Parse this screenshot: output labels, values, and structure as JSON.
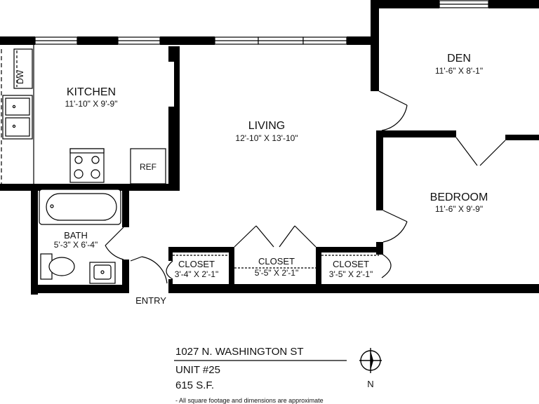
{
  "rooms": {
    "kitchen": {
      "name": "KITCHEN",
      "dims": "11'-10\" X 9'-9\""
    },
    "living": {
      "name": "LIVING",
      "dims": "12'-10\" X 13'-10\""
    },
    "den": {
      "name": "DEN",
      "dims": "11'-6\" X 8'-1\""
    },
    "bedroom": {
      "name": "BEDROOM",
      "dims": "11'-6\" X 9'-9\""
    },
    "bath": {
      "name": "BATH",
      "dims": "5'-3\" X 6'-4\""
    },
    "closet1": {
      "name": "CLOSET",
      "dims": "3'-4\" X 2'-1\""
    },
    "closet2": {
      "name": "CLOSET",
      "dims": "5'-5\" X 2'-1\""
    },
    "closet3": {
      "name": "CLOSET",
      "dims": "3'-5\" X 2'-1\""
    }
  },
  "fixtures": {
    "dishwasher": "DW",
    "refrigerator": "REF"
  },
  "entry_label": "ENTRY",
  "info": {
    "address": "1027 N. WASHINGTON ST",
    "unit": "UNIT #25",
    "area": "615 S.F.",
    "note": "- All square footage and dimensions are approximate"
  },
  "compass": {
    "label": "N"
  }
}
